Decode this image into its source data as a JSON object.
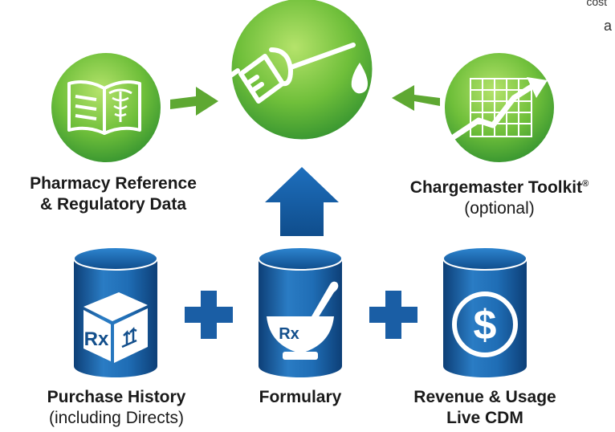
{
  "corner_text": {
    "line1": "cost",
    "line2": "a"
  },
  "nodes": {
    "pharmacy_reference": {
      "title_line1": "Pharmacy Reference",
      "title_line2": "& Regulatory Data"
    },
    "chargemaster": {
      "title": "Chargemaster Toolkit",
      "mark": "®",
      "subtitle": "(optional)"
    },
    "purchase_history": {
      "title": "Purchase History",
      "subtitle": "(including Directs)",
      "icon_text": "Rx"
    },
    "formulary": {
      "title": "Formulary",
      "icon_text": "Rx"
    },
    "revenue_usage": {
      "title_line1": "Revenue & Usage",
      "title_line2": "Live CDM",
      "icon_text": "$"
    }
  },
  "colors": {
    "green_light": "#8fd24a",
    "green_dark": "#2f8f2f",
    "arrow_green": "#5ea832",
    "blue_light": "#2a7cc4",
    "blue_dark": "#0d3f77",
    "text": "#1a1a1a"
  },
  "icons": [
    "book-caduceus-icon",
    "syringe-drop-icon",
    "rising-chart-icon",
    "rx-box-icon",
    "mortar-pestle-rx-icon",
    "dollar-coin-icon",
    "plus-icon"
  ]
}
